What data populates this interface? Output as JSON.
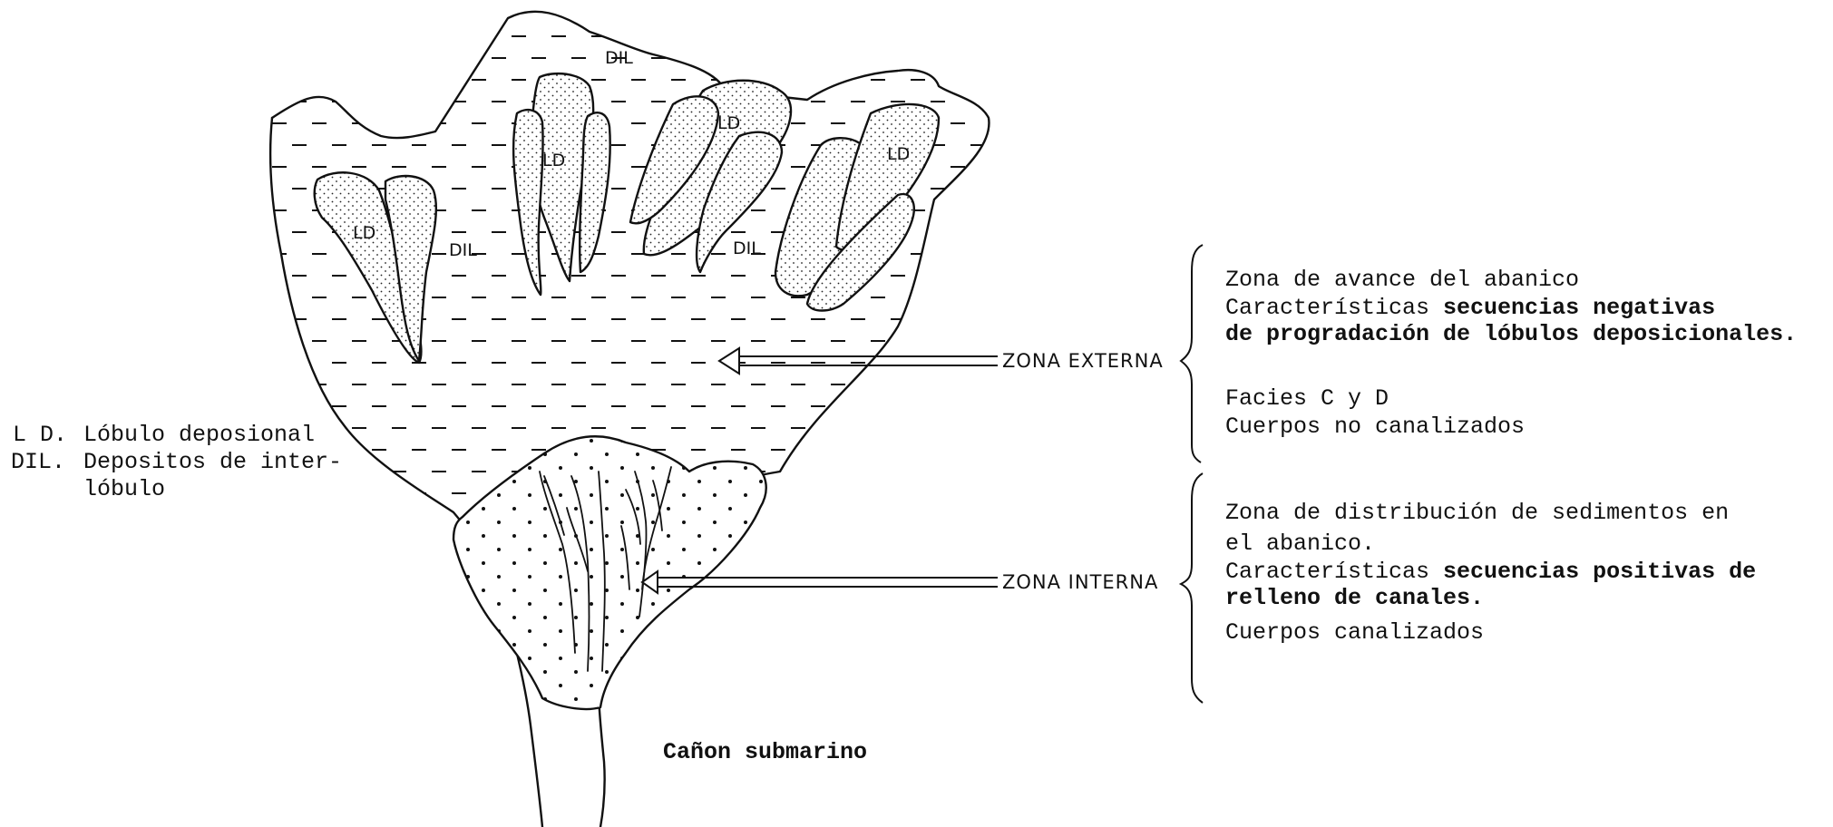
{
  "legend": {
    "ld_key": "L D.",
    "ld_text": "Lóbulo deposional",
    "dil_key": "DIL.",
    "dil_text_1": "Depositos de inter-",
    "dil_text_2": "lóbulo"
  },
  "regions": {
    "dil_top": "DIL",
    "dil_left": "DIL",
    "dil_right": "DIL",
    "ld_1": "LD",
    "ld_2": "LD",
    "ld_3": "LD",
    "ld_4": "LD"
  },
  "canyon_label": "Cañon submarino",
  "zona_externa": {
    "label": "ZONA EXTERNA",
    "line1": "Zona de avance del abanico",
    "line2_prefix": "Características ",
    "line2_bold": "secuencias negativas",
    "line3": "de progradación de lóbulos deposicionales.",
    "line4": "Facies C y D",
    "line5": "Cuerpos no canalizados"
  },
  "zona_interna": {
    "label": "ZONA INTERNA",
    "line1_prefix": "Zona de distribución de sedimentos",
    "line1_suffix": " en",
    "line2": "el abanico.",
    "line3_prefix": "Características ",
    "line3_bold": "secuencias positivas de",
    "line4": "relleno de canales.",
    "line5": "Cuerpos canalizados"
  }
}
